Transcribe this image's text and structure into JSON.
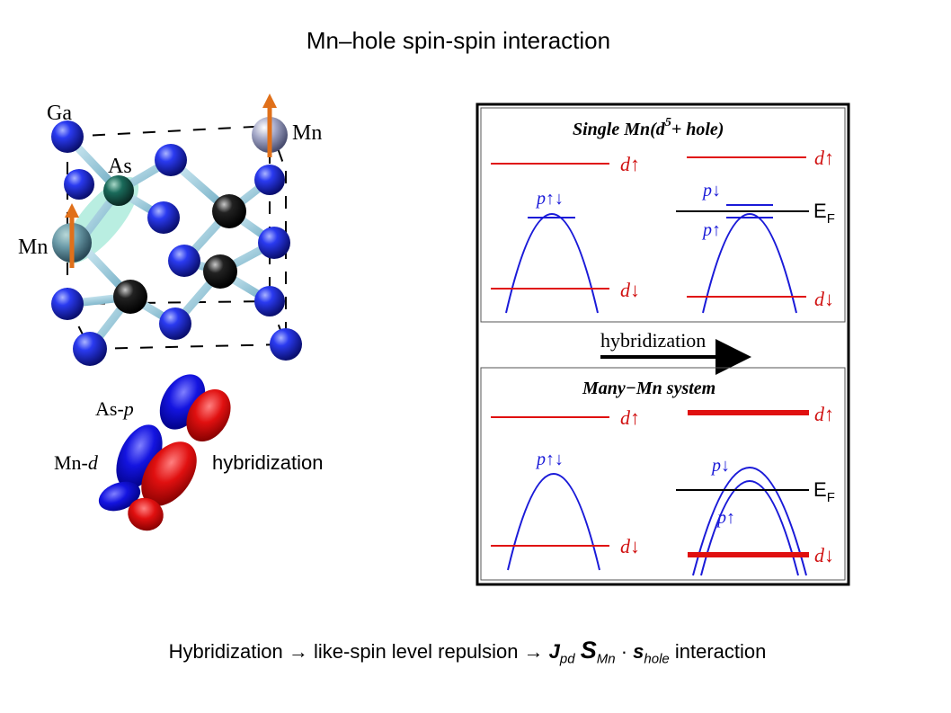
{
  "slide": {
    "title": "Mn–hole spin-spin interaction"
  },
  "crystal": {
    "ga_label": "Ga",
    "as_label": "As",
    "mn_left_label": "Mn",
    "mn_right_label": "Mn",
    "colors": {
      "ga": "#1a2ad8",
      "as": "#111111",
      "mn": "#8f95b0",
      "spin_arrow": "#e0701a",
      "bond": "#8ec8d8"
    }
  },
  "orbitals": {
    "as_p_text": "As-",
    "as_p_italic": "p",
    "mn_d_text": "Mn-",
    "mn_d_italic": "d",
    "hybridization_label": "hybridization"
  },
  "panel_top": {
    "title_main": "Single Mn(d",
    "title_sup": "5",
    "title_end": "+ hole)",
    "left": {
      "d_up": "d↑",
      "p_label": "p↑↓",
      "d_down": "d↓"
    },
    "right": {
      "d_up": "d↑",
      "p_down": "p↓",
      "p_up": "p↑",
      "ef_main": "E",
      "ef_sub": "F",
      "d_down": "d↓"
    }
  },
  "arrow_band": {
    "label": "hybridization"
  },
  "panel_bottom": {
    "title": "Many−Mn system",
    "left": {
      "d_up": "d↑",
      "p_label": "p↑↓",
      "d_down": "d↓"
    },
    "right": {
      "d_up": "d↑",
      "p_down": "p↓",
      "p_up": "p↑",
      "ef_main": "E",
      "ef_sub": "F",
      "d_down": "d↓"
    }
  },
  "footer": {
    "part1": "Hybridization ",
    "arrow1": "→",
    "part2": " like-spin level repulsion ",
    "arrow2": "→",
    "J": "J",
    "J_sub": "pd",
    "S": "S",
    "S_sub": "Mn",
    "dot": " · ",
    "s": "s",
    "s_sub": "hole",
    "part3": " interaction"
  },
  "colors": {
    "red_level": "#e01010",
    "blue_band": "#1a1ad8",
    "label_red": "#d01010",
    "label_blue": "#1a1ad8"
  }
}
